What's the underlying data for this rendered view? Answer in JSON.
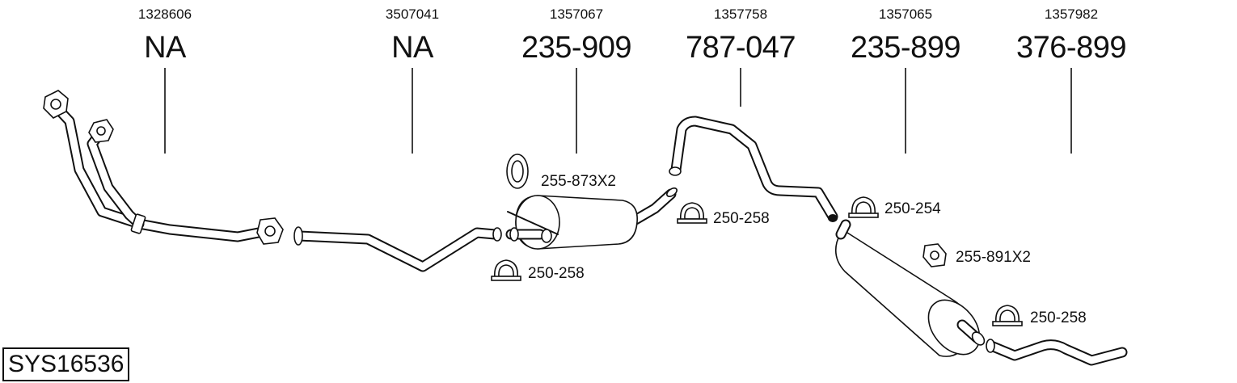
{
  "diagram_code": "SYS16536",
  "parts": [
    {
      "ref": "1328606",
      "code": "NA"
    },
    {
      "ref": "3507041",
      "code": "NA"
    },
    {
      "ref": "1357067",
      "code": "235-909"
    },
    {
      "ref": "1357758",
      "code": "787-047"
    },
    {
      "ref": "1357065",
      "code": "235-899"
    },
    {
      "ref": "1357982",
      "code": "376-899"
    }
  ],
  "accessories": [
    {
      "code": "255-873X2",
      "icon": "rubber-ring-hanger-icon"
    },
    {
      "code": "250-258",
      "icon": "pipe-clamp-icon"
    },
    {
      "code": "250-258",
      "icon": "pipe-clamp-icon"
    },
    {
      "code": "250-254",
      "icon": "pipe-clamp-icon"
    },
    {
      "code": "255-891X2",
      "icon": "rubber-mount-hanger-icon"
    },
    {
      "code": "250-258",
      "icon": "pipe-clamp-icon"
    }
  ],
  "colors": {
    "ink": "#111111",
    "background": "#ffffff"
  }
}
